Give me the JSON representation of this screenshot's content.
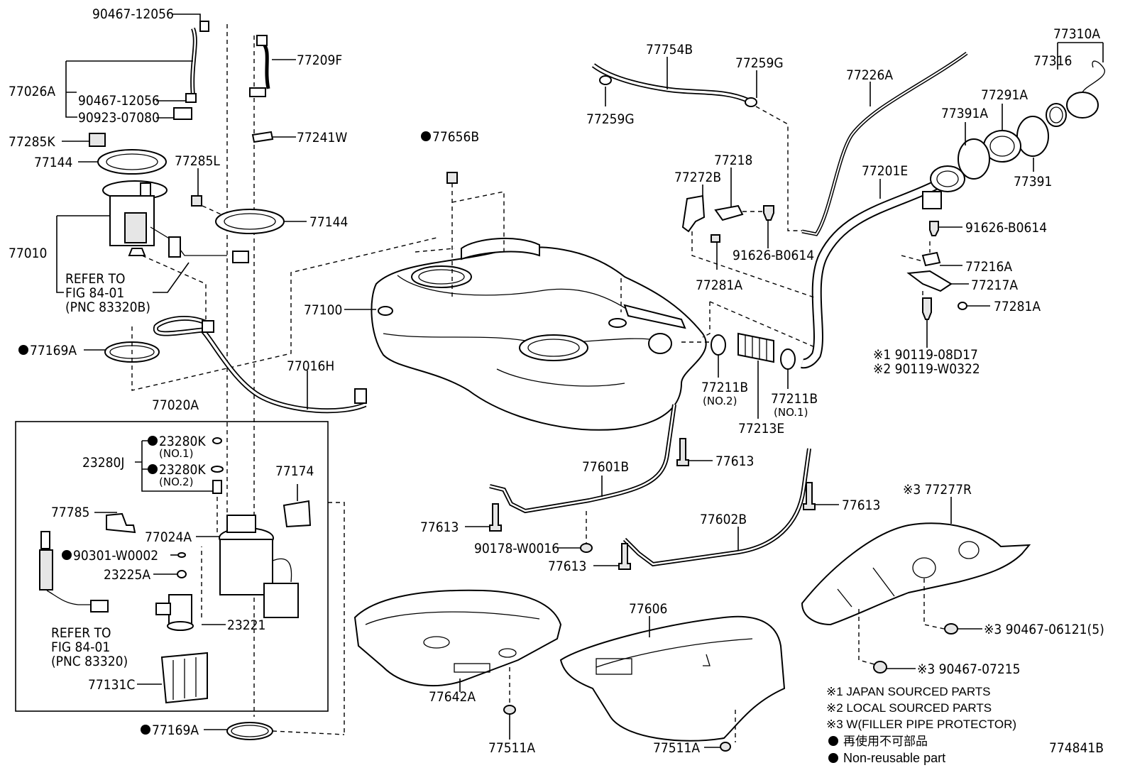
{
  "labels": {
    "l_90467_12056_top": "90467-12056",
    "l_77026A": "77026A",
    "l_90467_12056_mid": "90467-12056",
    "l_90923_07080": "90923-07080",
    "l_77209F": "77209F",
    "l_77241W": "77241W",
    "l_77285K": "77285K",
    "l_77144_left": "77144",
    "l_77285L": "77285L",
    "l_77144_right": "77144",
    "l_77010": "77010",
    "l_refer1": "REFER TO",
    "l_fig1": "FIG 84-01",
    "l_pnc1": "(PNC 83320B)",
    "l_77169A_top": "77169A",
    "l_77020A": "77020A",
    "l_23280K_1": "23280K",
    "l_no1_a": "(NO.1)",
    "l_23280J": "23280J",
    "l_23280K_2": "23280K",
    "l_no2_a": "(NO.2)",
    "l_77174": "77174",
    "l_77785": "77785",
    "l_77024A": "77024A",
    "l_90301_W0002": "90301-W0002",
    "l_23225A": "23225A",
    "l_23221": "23221",
    "l_refer2": "REFER TO",
    "l_fig2": "FIG 84-01",
    "l_pnc2": "(PNC 83320)",
    "l_77131C": "77131C",
    "l_77169A_bot": "77169A",
    "l_77656B": "77656B",
    "l_77100": "77100",
    "l_77016H": "77016H",
    "l_77754B": "77754B",
    "l_77259G_a": "77259G",
    "l_77259G_b": "77259G",
    "l_77226A": "77226A",
    "l_77218": "77218",
    "l_77272B": "77272B",
    "l_91626_B0614_a": "91626-B0614",
    "l_77281A_a": "77281A",
    "l_77201E": "77201E",
    "l_77310A": "77310A",
    "l_77316": "77316",
    "l_77291A": "77291A",
    "l_77391A": "77391A",
    "l_77391": "77391",
    "l_91626_B0614_b": "91626-B0614",
    "l_77216A": "77216A",
    "l_77217A": "77217A",
    "l_77281A_b": "77281A",
    "l_ref1_90119": "※1 90119-08D17",
    "l_ref2_90119": "※2 90119-W0322",
    "l_77211B_a": "77211B",
    "l_no2_b": "(NO.2)",
    "l_77211B_b": "77211B",
    "l_no1_b": "(NO.1)",
    "l_77213E": "77213E",
    "l_77601B": "77601B",
    "l_77613_a": "77613",
    "l_77613_b": "77613",
    "l_77613_c": "77613",
    "l_77613_d": "77613",
    "l_90178_W0016": "90178-W0016",
    "l_77602B": "77602B",
    "l_77277R": "※3 77277R",
    "l_90467_06121": "※3 90467-06121(5)",
    "l_90467_07215": "※3 90467-07215",
    "l_77606": "77606",
    "l_77642A": "77642A",
    "l_77511A_a": "77511A",
    "l_77511A_b": "77511A",
    "l_diagram_id": "774841B"
  },
  "legend": {
    "n1": "※1 JAPAN SOURCED PARTS",
    "n2": "※2 LOCAL SOURCED PARTS",
    "n3": "※3 W(FILLER PIPE PROTECTOR)",
    "jp": "再使用不可部品",
    "en": "Non-reusable part"
  }
}
